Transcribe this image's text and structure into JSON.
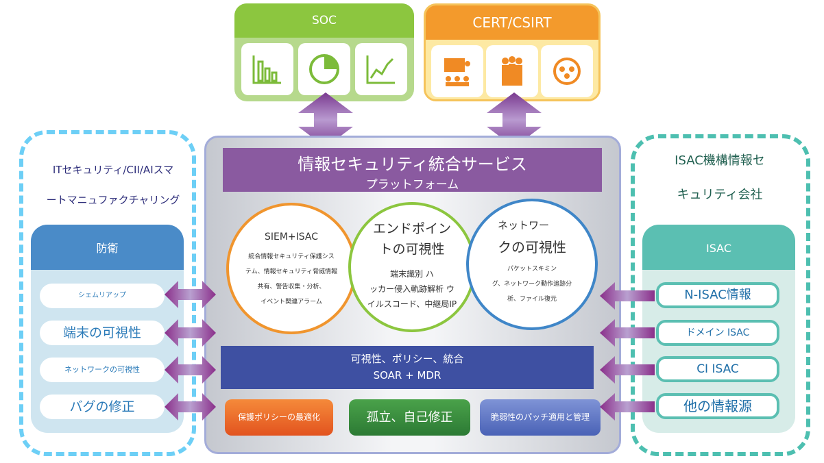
{
  "soc": {
    "title": "SOC",
    "icons": [
      "bar-chart-icon",
      "pie-chart-icon",
      "line-chart-icon"
    ]
  },
  "cert": {
    "title": "CERT/CSIRT",
    "icons": [
      "presentation-icon",
      "team-icon",
      "global-network-icon"
    ]
  },
  "left": {
    "title1": "ITセキュリティ/CII/AIスマ",
    "title2": "ートマニュファクチャリング",
    "panel_title": "防衛",
    "items": [
      "シェムリアップ",
      "端末の可視性",
      "ネットワークの可視性",
      "バグの修正"
    ]
  },
  "right": {
    "title1": "ISAC機構情報セ",
    "title2": "キュリティ会社",
    "panel_title": "ISAC",
    "items": [
      "N-ISAC情報",
      "ドメイン ISAC",
      "CI ISAC",
      "他の情報源"
    ]
  },
  "center": {
    "title": "情報セキュリティ統合サービス",
    "subtitle": "プラットフォーム",
    "circles": [
      {
        "title": "SIEM+ISAC",
        "lines": [
          "統合情報セキュリティ保護シス",
          "テム、情報セキュリティ脅威情報",
          "共有、警告収集・分析、",
          "イベント関連アラーム"
        ]
      },
      {
        "title1": "エンドポイン",
        "title2": "トの可視性",
        "lines": [
          "端末識別 ハ",
          "ッカー侵入軌跡解析 ウ",
          "イルスコード、中継局IP"
        ]
      },
      {
        "title1": "ネットワー",
        "title2": "クの可視性",
        "lines": [
          "パケットスキミン",
          "グ、ネットワーク動作追跡分",
          "析、ファイル復元"
        ]
      }
    ],
    "bar_line1": "可視性、ポリシー、統合",
    "bar_line2": "SOAR + MDR",
    "buttons": [
      "保護ポリシーの最適化",
      "孤立、自己修正",
      "脆弱性のパッチ適用と管理"
    ]
  },
  "colors": {
    "purple": "#8a4f9e",
    "soc_green": "#8cc63f",
    "cert_orange": "#f39a2c",
    "blue_bar": "#3e50a2",
    "teal": "#5bbfb2"
  }
}
